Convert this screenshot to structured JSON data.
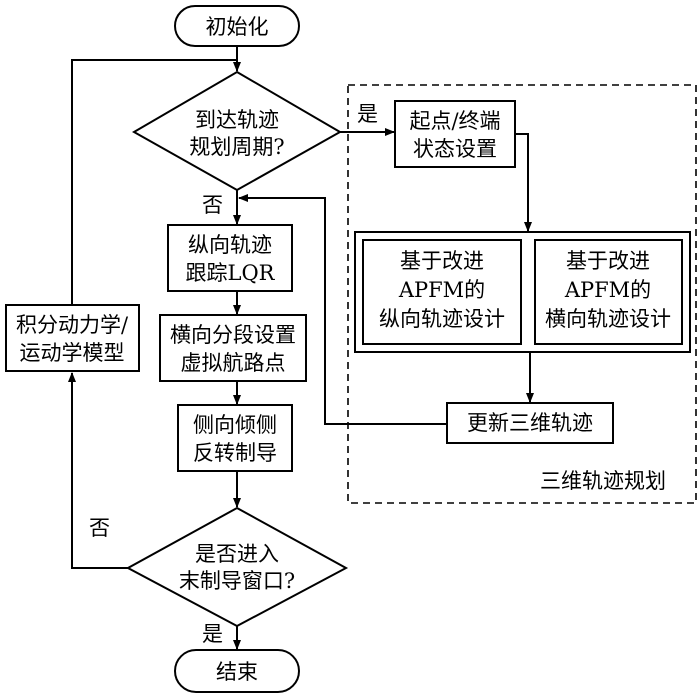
{
  "nodes": {
    "start": "初始化",
    "decision_period": [
      "到达轨迹",
      "规划周期?"
    ],
    "state_setup": [
      "起点/终端",
      "状态设置"
    ],
    "lqr": [
      "纵向轨迹",
      "跟踪LQR"
    ],
    "waypoints": [
      "横向分段设置",
      "虚拟航路点"
    ],
    "bank_reversal": [
      "侧向倾侧",
      "反转制导"
    ],
    "model": [
      "积分动力学/",
      "运动学模型"
    ],
    "apfm_long": [
      "基于改进",
      "APFM的",
      "纵向轨迹设计"
    ],
    "apfm_lat": [
      "基于改进",
      "APFM的",
      "横向轨迹设计"
    ],
    "update": "更新三维轨迹",
    "decision_terminal": [
      "是否进入",
      "末制导窗口?"
    ],
    "end": "结束"
  },
  "labels": {
    "yes": "是",
    "no": "否",
    "group": "三维轨迹规划"
  }
}
